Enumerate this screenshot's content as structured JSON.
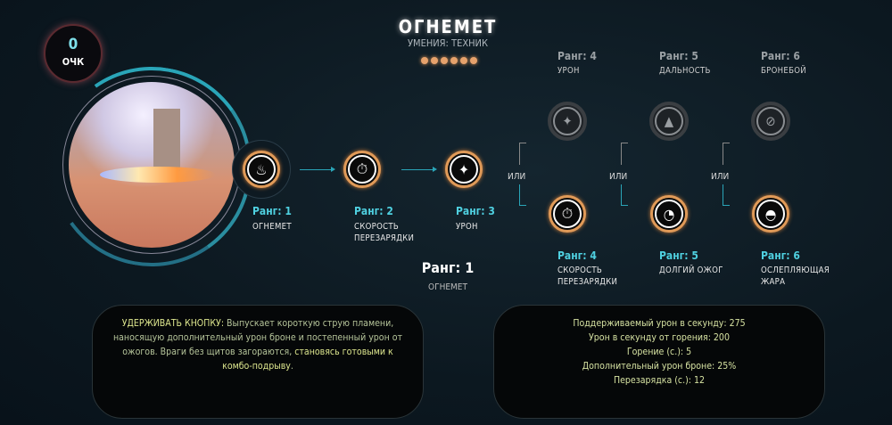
{
  "points": {
    "value": "0",
    "label": "ОЧК"
  },
  "header": {
    "title": "ОГНЕМЕТ",
    "subtitle": "УМЕНИЯ: ТЕХНИК",
    "rank_dots": 6
  },
  "ranks": [
    {
      "rank": "Ранг: 1",
      "name": "ОГНЕМЕТ",
      "icon": "flame-icon",
      "state": "unlocked"
    },
    {
      "rank": "Ранг: 2",
      "name": "СКОРОСТЬ ПЕРЕЗАРЯДКИ",
      "icon": "stopwatch-reload-icon",
      "state": "unlocked"
    },
    {
      "rank": "Ранг: 3",
      "name": "УРОН",
      "icon": "damage-burst-icon",
      "state": "unlocked"
    }
  ],
  "branch_top": [
    {
      "rank": "Ранг: 4",
      "name": "УРОН",
      "icon": "damage-burst-icon",
      "state": "locked"
    },
    {
      "rank": "Ранг: 5",
      "name": "ДАЛЬНОСТЬ",
      "icon": "range-icon",
      "state": "locked"
    },
    {
      "rank": "Ранг: 6",
      "name": "БРОНЕБОЙ",
      "icon": "armor-piercing-icon",
      "state": "locked"
    }
  ],
  "branch_bottom": [
    {
      "rank": "Ранг: 4",
      "name": "СКОРОСТЬ ПЕРЕЗАРЯДКИ",
      "icon": "stopwatch-reload-icon",
      "state": "unlocked"
    },
    {
      "rank": "Ранг: 5",
      "name": "ДОЛГИЙ ОЖОГ",
      "icon": "stopwatch-icon",
      "state": "unlocked"
    },
    {
      "rank": "Ранг: 6",
      "name": "ОСЛЕПЛЯЮЩАЯ ЖАРА",
      "icon": "heat-gauge-icon",
      "state": "unlocked"
    }
  ],
  "or_label": "ИЛИ",
  "selected": {
    "rank": "Ранг: 1",
    "name": "ОГНЕМЕТ"
  },
  "description": {
    "key": "УДЕРЖИВАТЬ КНОПКУ:",
    "text": " Выпускает короткую струю пламени, наносящую дополнительный урон броне и постепенный урон от ожогов. Враги без щитов загораются, ",
    "highlight": "становясь готовыми к комбо-подрыву",
    "end": "."
  },
  "stats": [
    "Поддерживаемый урон в секунду: 275",
    "Урон в секунду от горения: 200",
    "Горение (с.): 5",
    "Дополнительный урон броне: 25%",
    "Перезарядка (с.): 12"
  ],
  "colors": {
    "accent": "#4fd0e0",
    "orange": "#e09a58",
    "text_green": "#b5c49a"
  }
}
